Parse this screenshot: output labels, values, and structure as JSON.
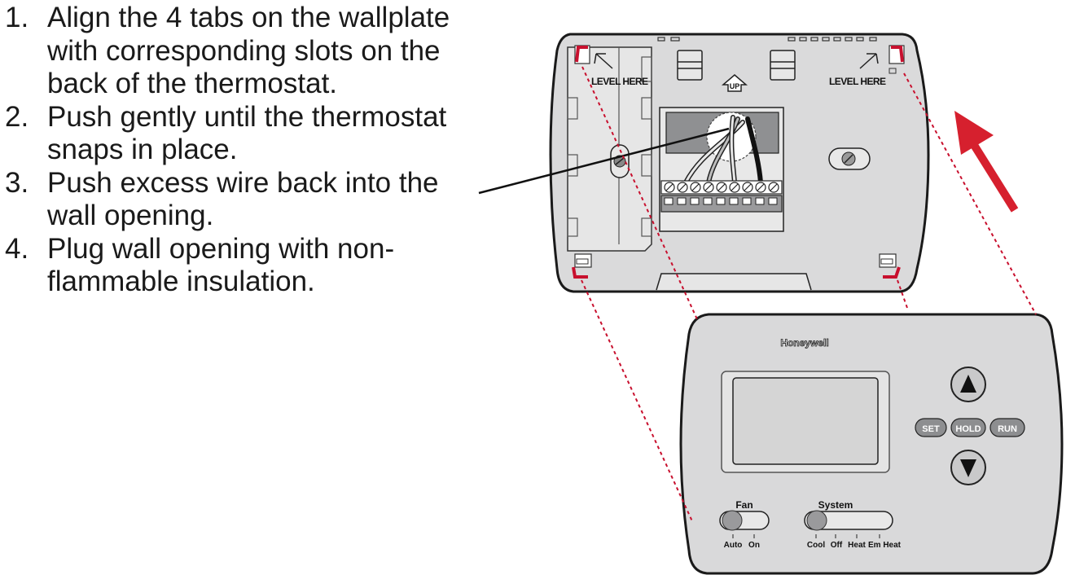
{
  "steps": [
    {
      "num": "1.",
      "text": "Align the 4 tabs on the wallplate with corresponding slots on the back of the thermostat."
    },
    {
      "num": "2.",
      "text": "Push gently until the thermostat snaps in place."
    },
    {
      "num": "3.",
      "text": "Push excess wire back into the wall opening."
    },
    {
      "num": "4.",
      "text": "Plug wall opening with non-flammable insulation."
    }
  ],
  "wallplate": {
    "level_left": "LEVEL HERE",
    "level_right": "LEVEL HERE",
    "up_label": "UP"
  },
  "thermostat": {
    "brand": "Honeywell",
    "buttons": {
      "set": "SET",
      "hold": "HOLD",
      "run": "RUN"
    },
    "fan": {
      "title": "Fan",
      "options": [
        "Auto",
        "On"
      ]
    },
    "system": {
      "title": "System",
      "options": [
        "Cool",
        "Off",
        "Heat",
        "Em Heat"
      ]
    }
  },
  "colors": {
    "arrow": "#d6202e",
    "dotted_line": "#c8102e",
    "body": "#d9d9da",
    "outline": "#1a1a1a"
  }
}
